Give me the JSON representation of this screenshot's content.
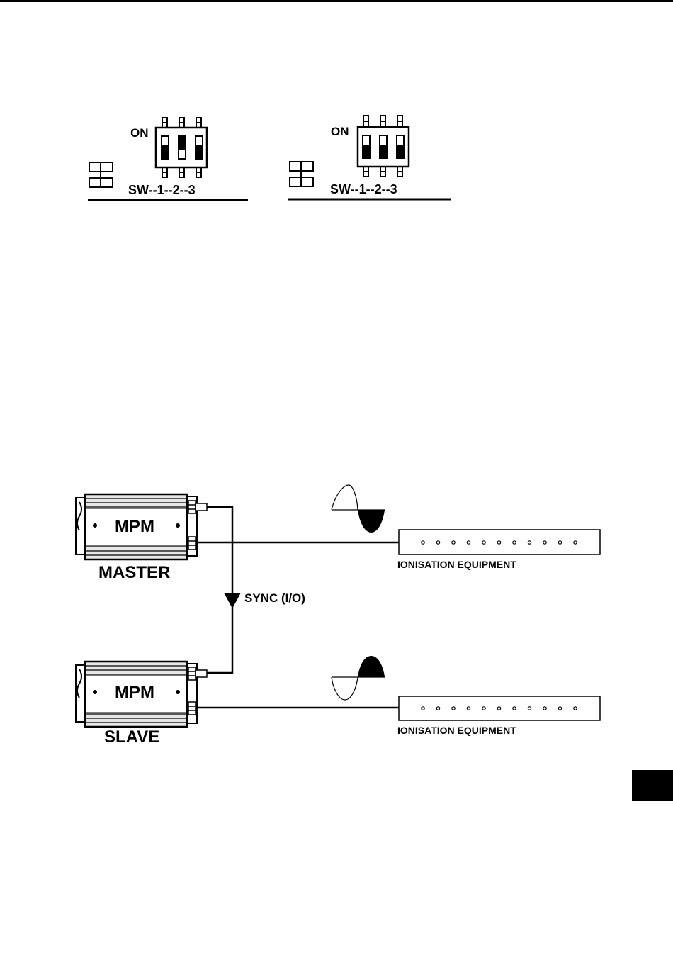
{
  "dip_switches": [
    {
      "on_label": "ON",
      "switch_label": "SW--1--2--3",
      "positions": [
        "on",
        "off",
        "on"
      ]
    },
    {
      "on_label": "ON",
      "switch_label": "SW--1--2--3",
      "positions": [
        "on",
        "on",
        "on"
      ]
    }
  ],
  "units": [
    {
      "device_label": "MPM",
      "role_label": "MASTER",
      "waveform": "negative-half-filled"
    },
    {
      "device_label": "MPM",
      "role_label": "SLAVE",
      "waveform": "positive-half-filled"
    }
  ],
  "sync_label": "SYNC (I/O)",
  "equipment": [
    {
      "label": "IONISATION EQUIPMENT",
      "emitter_count": 11
    },
    {
      "label": "IONISATION EQUIPMENT",
      "emitter_count": 11
    }
  ],
  "colors": {
    "ink": "#000000",
    "paper": "#ffffff",
    "device_fill": "#e6e6e6"
  }
}
